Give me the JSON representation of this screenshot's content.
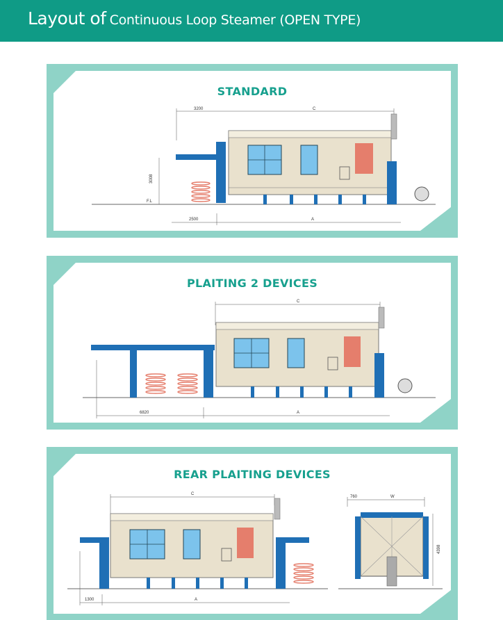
{
  "header": {
    "title_big": "Layout of",
    "title_small": "Continuous Loop Steamer (OPEN TYPE)"
  },
  "colors": {
    "header_bg": "#0f9b86",
    "panel_border": "#8fd3c7",
    "title_text": "#17a08e",
    "frame_blue": "#1f6fb5",
    "window_blue": "#7cc3ec",
    "body_beige": "#e9e1cd",
    "coil_red": "#e57e6c"
  },
  "panels": [
    {
      "title": "STANDARD",
      "dims": {
        "top_left": "3200",
        "top_right": "C",
        "height": "3008",
        "floor": "F.L",
        "bottom_left": "2500",
        "bottom_right": "A"
      }
    },
    {
      "title": "PLAITING 2 DEVICES",
      "dims": {
        "top": "C",
        "bottom_left": "6820",
        "bottom_right": "A"
      }
    },
    {
      "title": "REAR PLAITING DEVICES",
      "dims": {
        "top": "C",
        "bottom_left": "1300",
        "bottom_right": "A",
        "side_left": "760",
        "side_right": "W",
        "side_height": "4398"
      }
    }
  ]
}
